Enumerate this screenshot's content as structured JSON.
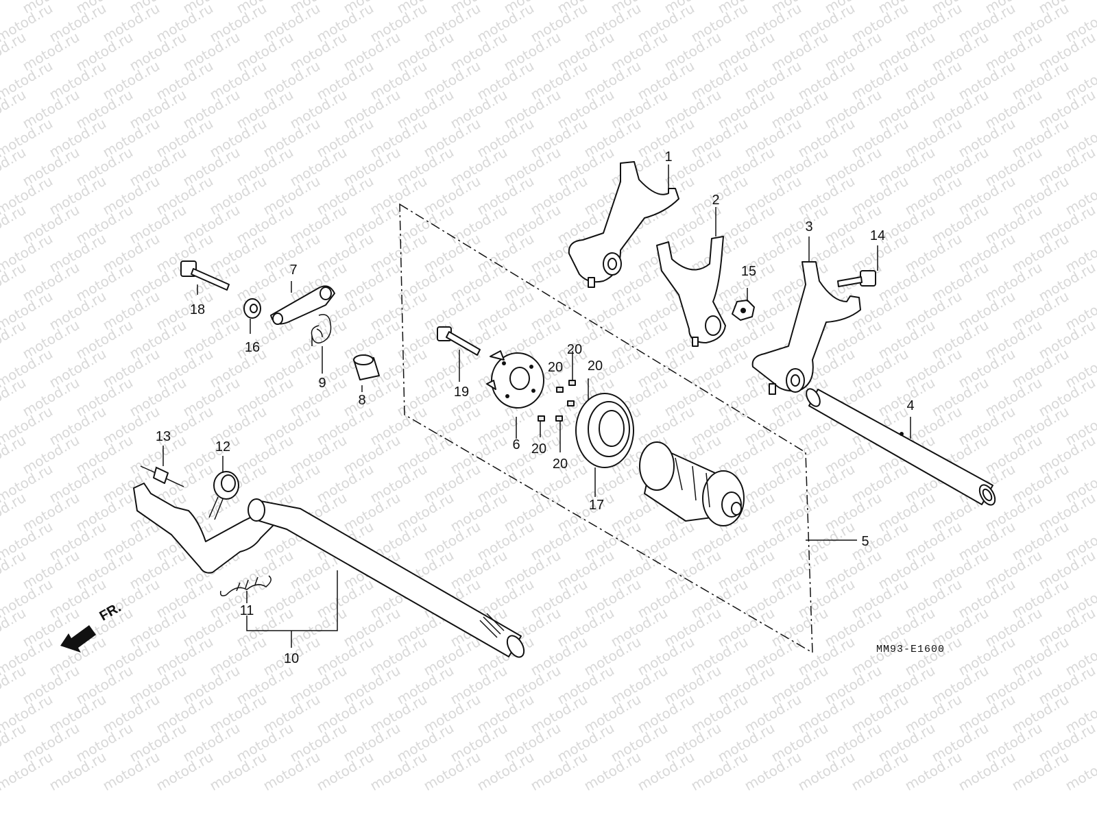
{
  "diagram": {
    "drawing_code": "MM93-E1600",
    "front_marker": "FR.",
    "watermark": "motod.ru",
    "callouts": {
      "c1": "1",
      "c2": "2",
      "c3": "3",
      "c4": "4",
      "c5": "5",
      "c6": "6",
      "c7": "7",
      "c8": "8",
      "c9": "9",
      "c10": "10",
      "c11": "11",
      "c12": "12",
      "c13": "13",
      "c14": "14",
      "c15": "15",
      "c16": "16",
      "c17": "17",
      "c18": "18",
      "c19": "19",
      "c20": "20"
    }
  }
}
